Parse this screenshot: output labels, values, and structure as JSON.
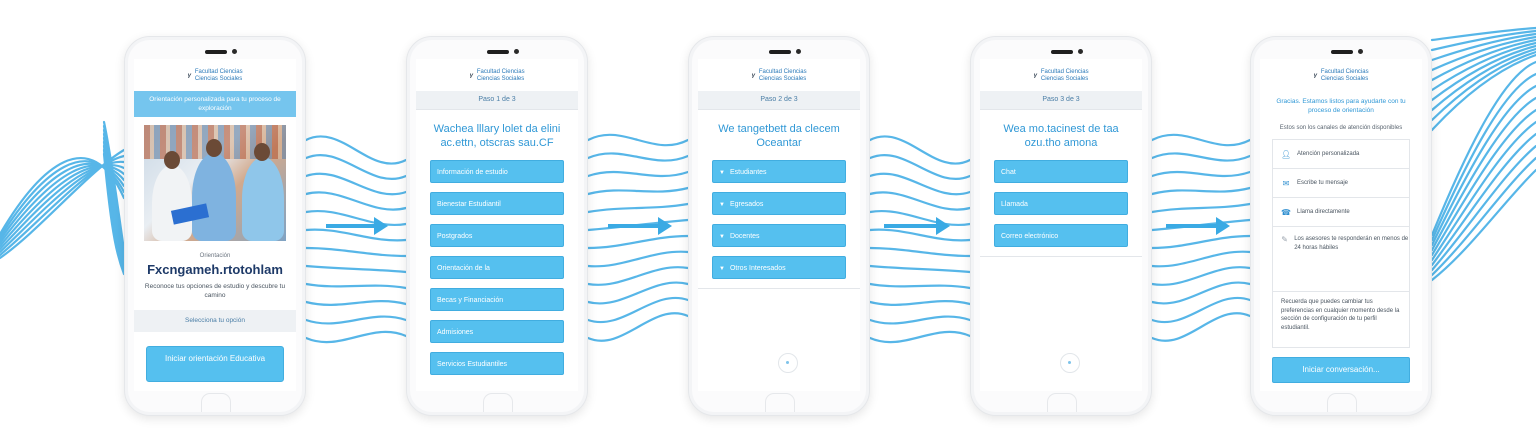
{
  "logo": {
    "mark": "ᵞ",
    "line1": "Facultad Ciencias",
    "line2": "Ciencias Sociales"
  },
  "screens": {
    "intro": {
      "banner": "Orientación personalizada para tu proceso de exploración",
      "photo_alt": "Students looking at a folder together",
      "subtitle": "Orientación",
      "title": "Fxcngameh.rtotohlam",
      "desc": "Reconoce tus opciones de estudio y descubre tu camino",
      "strip": "Selecciona tu opción",
      "cta": "Iniciar orientación Educativa"
    },
    "step1": {
      "step": "Paso 1 de 3",
      "question": "Wachea lllary lolet da elini ac.ettn, otscras sau.CF",
      "options": [
        "Información de estudio",
        "Bienestar Estudiantil",
        "Postgrados",
        "Orientación de la",
        "Becas y Financiación",
        "Admisiones",
        "Servicios Estudiantiles"
      ]
    },
    "step2": {
      "step": "Paso 2 de 3",
      "question": "We tangetbett da clecem Oceantar",
      "options": [
        "Estudiantes",
        "Egresados",
        "Docentes",
        "Otros Interesados"
      ]
    },
    "step3": {
      "step": "Paso 3 de 3",
      "question": "Wea mo.tacinest de taa ozu.tho amona",
      "options": [
        "Chat",
        "Llamada",
        "Correo electrónico"
      ]
    },
    "final": {
      "head": "Gracias. Estamos listos para ayudarte con tu proceso de orientación",
      "sub": "Estos son los canales de atención disponibles",
      "contacts": [
        {
          "icon": "person-icon",
          "text": "Atención personalizada"
        },
        {
          "icon": "chat-icon",
          "text": "Escribe tu mensaje"
        },
        {
          "icon": "phone-icon",
          "text": "Llama directamente"
        },
        {
          "icon": "feather-icon",
          "text": "Los asesores te responderán en menos de 24 horas hábiles"
        }
      ],
      "note": "Recuerda que puedes cambiar tus preferencias en cualquier momento desde la sección de configuración de tu perfil estudiantil.",
      "button": "Iniciar conversación..."
    }
  },
  "colors": {
    "accent": "#55c0ef",
    "title": "#1e3a68",
    "line": "#3aaae4"
  }
}
